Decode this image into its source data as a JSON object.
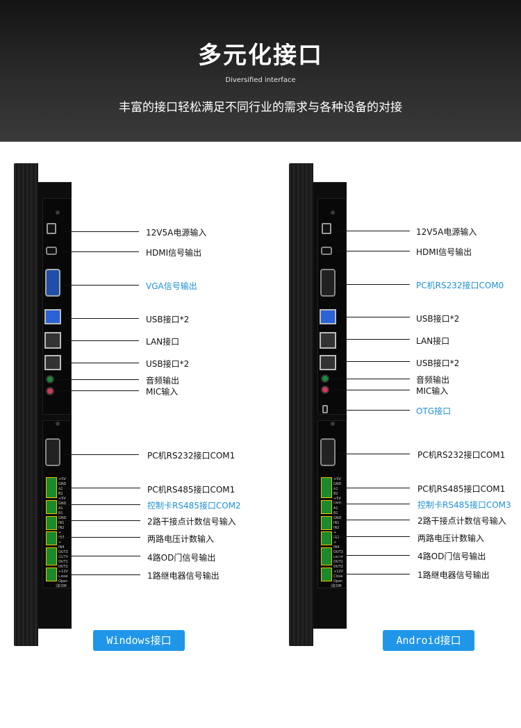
{
  "header": {
    "title": "多元化接口",
    "subtitle": "Diversified interface",
    "tagline": "丰富的接口轻松满足不同行业的需求与各种设备的对接"
  },
  "colors": {
    "banner": "#2b2b2b",
    "accent_blue": "#1e90d6",
    "tag_blue": "#1f96e8"
  },
  "windows": {
    "tag": "Windows接口",
    "labels": [
      "12V5A电源输入",
      "HDMI信号输出",
      "VGA信号输出",
      "USB接口*2",
      "LAN接口",
      "USB接口*2",
      "音频输出",
      "MIC输入",
      "PC机RS232接口COM1",
      "PC机RS485接口COM1",
      "控制卡RS485接口COM2",
      "2路干接点计数信号输入",
      "两路电压计数输入",
      "4路OD门信号输出",
      "1路继电器信号输出"
    ]
  },
  "android": {
    "tag": "Android接口",
    "labels": [
      "12V5A电源输入",
      "HDMI信号输出",
      "PC机RS232接口COM0",
      "USB接口*2",
      "LAN接口",
      "USB接口*2",
      "音频输出",
      "MIC输入",
      "OTG接口",
      "PC机RS232接口COM1",
      "PC机RS485接口COM1",
      "控制卡RS485接口COM3",
      "2路干接点计数信号输入",
      "两路电压计数输入",
      "4路OD门信号输出",
      "1路继电器信号输出"
    ]
  },
  "terminal_pins": [
    "+5V",
    "GND",
    "A2",
    "B2",
    "+5V",
    "GND",
    "A1",
    "B1",
    "GND",
    "IN1",
    "IN2",
    "+",
    "IN3",
    "+",
    "IN4",
    "OUT3",
    "OUT4",
    "OUT1",
    "OUT2",
    "+12V",
    "Close",
    "Open",
    "COM"
  ]
}
